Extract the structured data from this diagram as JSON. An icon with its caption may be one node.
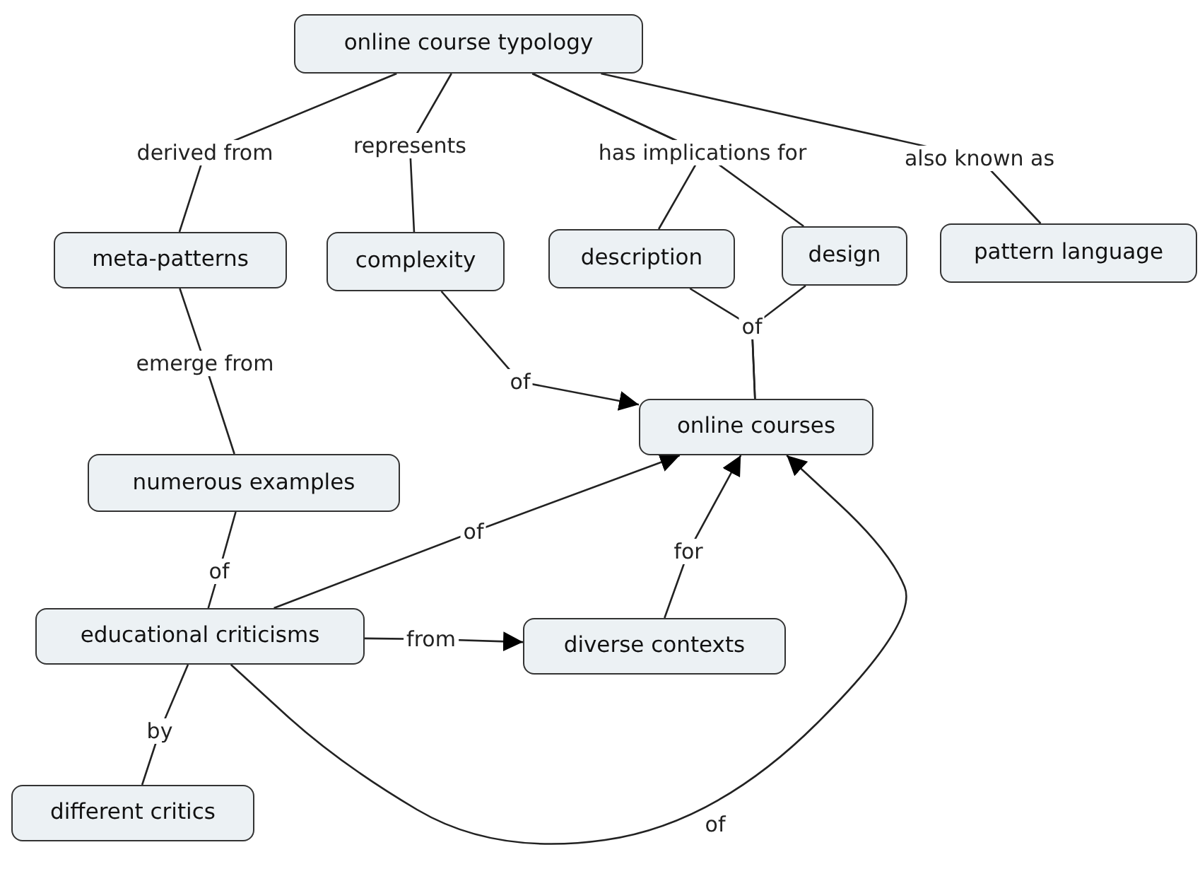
{
  "diagram": {
    "nodes": [
      {
        "text": [
          "online course typology"
        ]
      },
      {
        "text": [
          "meta-patterns"
        ]
      },
      {
        "text": [
          "complexity"
        ]
      },
      {
        "text": [
          "description"
        ]
      },
      {
        "text": [
          "design"
        ]
      },
      {
        "text": [
          "pattern language"
        ]
      },
      {
        "text": [
          "online courses"
        ]
      },
      {
        "text": [
          "numerous examples"
        ]
      },
      {
        "text": [
          "educational criticisms"
        ]
      },
      {
        "text": [
          "diverse contexts"
        ]
      },
      {
        "text": [
          "different critics"
        ]
      }
    ],
    "edges": [
      {
        "from": 0,
        "to": 1,
        "label": "derived from",
        "arrow": "none"
      },
      {
        "from": 0,
        "to": 2,
        "label": "represents",
        "arrow": "none"
      },
      {
        "from": 0,
        "to": 3,
        "label": "has implications for",
        "arrow": "none"
      },
      {
        "from": 0,
        "to": 4,
        "arrow": "none"
      },
      {
        "from": 0,
        "to": 5,
        "label": "also known as",
        "arrow": "none"
      },
      {
        "from": 1,
        "to": 7,
        "label": "emerge from",
        "arrow": "none"
      },
      {
        "from": 3,
        "to": 6,
        "label": "of",
        "arrow": "none"
      },
      {
        "from": 4,
        "to": 6,
        "arrow": "none"
      },
      {
        "from": 2,
        "to": 6,
        "label": "of",
        "arrow": "to"
      },
      {
        "from": 7,
        "to": 8,
        "label": "of",
        "arrow": "none"
      },
      {
        "from": 8,
        "to": 6,
        "label": "of",
        "arrow": "to"
      },
      {
        "from": 8,
        "to": 9,
        "label": "from",
        "arrow": "to"
      },
      {
        "from": 9,
        "to": 6,
        "label": "for",
        "arrow": "to"
      },
      {
        "from": 8,
        "to": 10,
        "label": "by",
        "arrow": "none"
      },
      {
        "from": 8,
        "to": 6,
        "label": "of",
        "arrow": "to"
      }
    ]
  }
}
